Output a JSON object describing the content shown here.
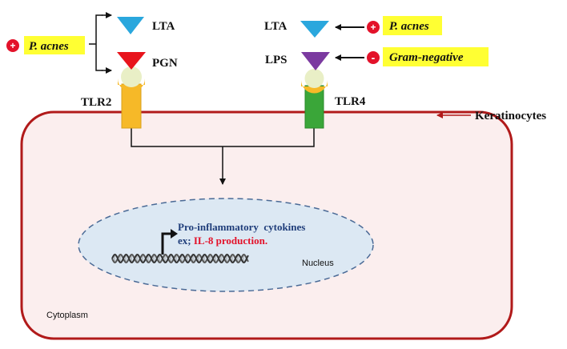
{
  "left": {
    "bacteria": "P. acnes",
    "bacteria_sign": "+",
    "ligand_top": "LTA",
    "ligand_bottom": "PGN",
    "receptor": "TLR2"
  },
  "right": {
    "ligand_top": "LTA",
    "ligand_bottom": "LPS",
    "bacteria_top": "P. acnes",
    "bacteria_top_sign": "+",
    "bacteria_bottom": "Gram-negative",
    "bacteria_bottom_sign": "-",
    "receptor": "TLR4"
  },
  "cell": {
    "label": "Keratinocytes",
    "cytoplasm": "Cytoplasm",
    "nucleus": "Nucleus",
    "output_line1": "Pro-inflammatory  cytokines",
    "output_line2_prefix": "ex; ",
    "output_line2_highlight": "IL-8 production."
  },
  "colors": {
    "membrane": "#b11a1a",
    "cell_fill": "#fbeeee",
    "nucleus_fill": "#dce8f3",
    "nucleus_border": "#4a6a96",
    "highlight": "#ffff33",
    "sign_red": "#e3122a",
    "lta": "#2aa7dd",
    "pgn": "#e8141c",
    "lps": "#7b3aa0",
    "tlr2": "#f6b928",
    "tlr4": "#3aa639",
    "cap": "#e9efc6",
    "text_blue": "#1f3d7a",
    "text_red": "#e3122a"
  }
}
